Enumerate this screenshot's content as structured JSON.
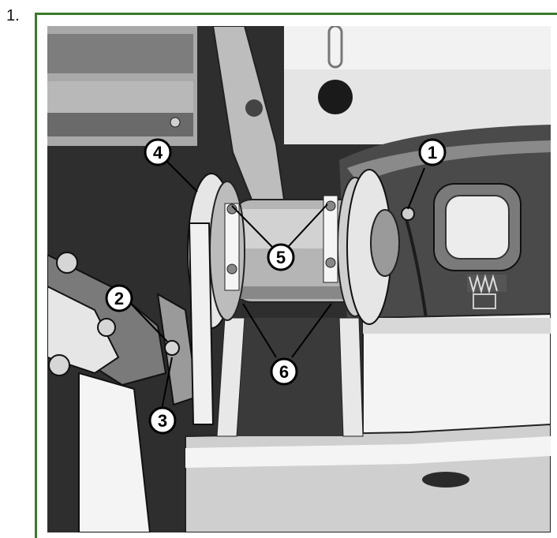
{
  "step": {
    "number": "1."
  },
  "colors": {
    "frame_border": "#3b7a2b",
    "callout_fill": "#ffffff",
    "callout_stroke": "#000000"
  },
  "figure": {
    "callouts": [
      {
        "label": "1"
      },
      {
        "label": "2"
      },
      {
        "label": "3"
      },
      {
        "label": "4"
      },
      {
        "label": "5"
      },
      {
        "label": "6"
      }
    ]
  }
}
